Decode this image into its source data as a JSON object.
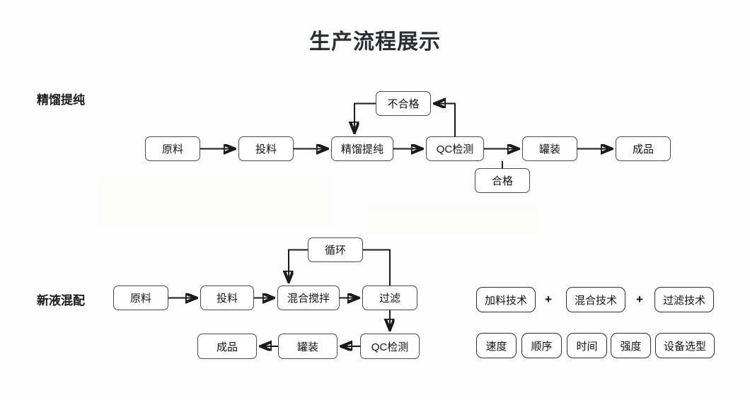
{
  "page": {
    "title": "生产流程展示",
    "background_color": "#fefefe",
    "line_color": "#1a1a1a",
    "box_border_color": "#4a4a4a",
    "text_color": "#111111"
  },
  "sections": [
    {
      "label": "精馏提纯",
      "nodes": [
        {
          "name": "raw-material",
          "text": "原料"
        },
        {
          "name": "feeding",
          "text": "投料"
        },
        {
          "name": "distillation-purification",
          "text": "精馏提纯"
        },
        {
          "name": "qc-inspection",
          "text": "QC检测"
        },
        {
          "name": "filling",
          "text": "罐装"
        },
        {
          "name": "finished-product",
          "text": "成品"
        },
        {
          "name": "fail",
          "text": "不合格"
        },
        {
          "name": "pass",
          "text": "合格"
        }
      ]
    },
    {
      "label": "新液混配",
      "nodes": [
        {
          "name": "raw-material",
          "text": "原料"
        },
        {
          "name": "feeding",
          "text": "投料"
        },
        {
          "name": "mixing-stirring",
          "text": "混合搅拌"
        },
        {
          "name": "filtration",
          "text": "过滤"
        },
        {
          "name": "recycle",
          "text": "循环"
        },
        {
          "name": "qc-inspection",
          "text": "QC检测"
        },
        {
          "name": "filling",
          "text": "罐装"
        },
        {
          "name": "finished-product",
          "text": "成品"
        }
      ]
    }
  ],
  "flow1": {
    "raw_material": "原料",
    "feeding": "投料",
    "distillation": "精馏提纯",
    "qc": "QC检测",
    "filling": "罐装",
    "finished": "成品",
    "fail": "不合格",
    "pass": "合格"
  },
  "flow2": {
    "raw_material": "原料",
    "feeding": "投料",
    "mixing": "混合搅拌",
    "filtration": "过滤",
    "recycle": "循环",
    "qc": "QC检测",
    "filling": "罐装",
    "finished": "成品"
  },
  "tech_tags": {
    "row1": [
      {
        "name": "feeding-technology",
        "text": "加料技术"
      },
      {
        "name": "mixing-technology",
        "text": "混合技术"
      },
      {
        "name": "filtration-technology",
        "text": "过滤技术"
      }
    ],
    "separators": [
      "+",
      "+"
    ],
    "row2": [
      {
        "name": "speed",
        "text": "速度"
      },
      {
        "name": "sequence",
        "text": "顺序"
      },
      {
        "name": "time",
        "text": "时间"
      },
      {
        "name": "intensity",
        "text": "强度"
      },
      {
        "name": "equipment-selection",
        "text": "设备选型"
      }
    ]
  }
}
